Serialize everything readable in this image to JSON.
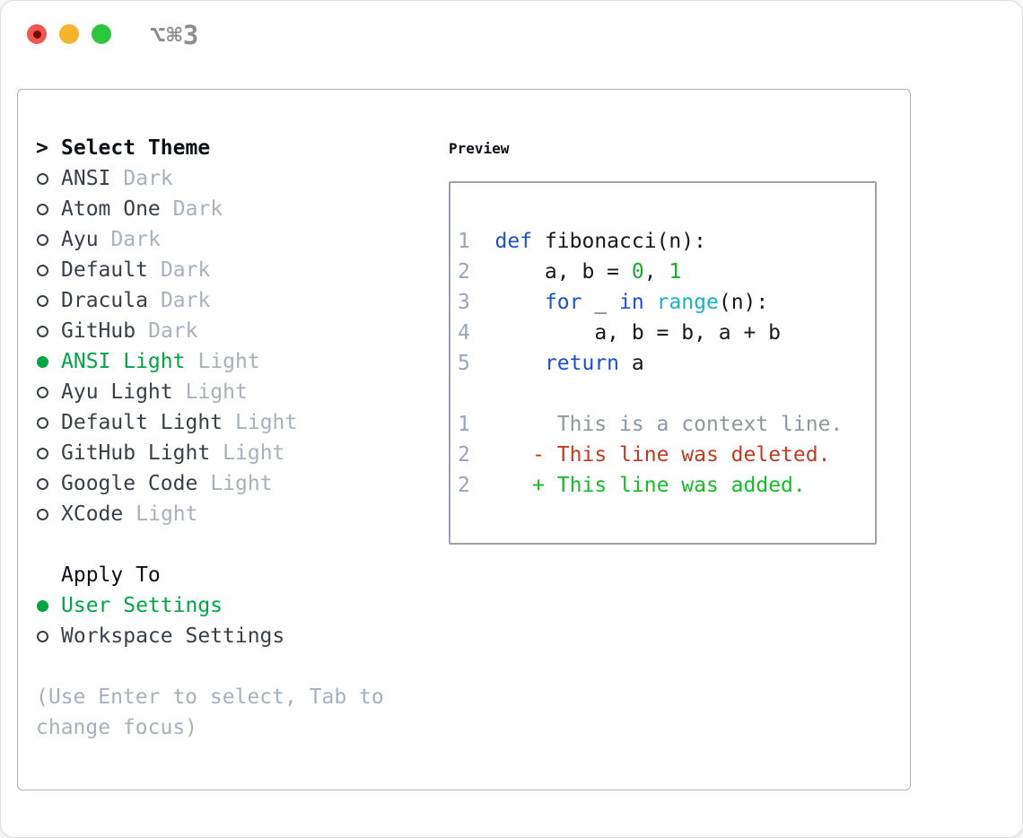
{
  "window": {
    "shortcut": "⌥⌘3"
  },
  "picker": {
    "prompt": ">",
    "title": "Select Theme",
    "themes": [
      {
        "name": "ANSI",
        "tag": "Dark",
        "selected": false
      },
      {
        "name": "Atom One",
        "tag": "Dark",
        "selected": false
      },
      {
        "name": "Ayu",
        "tag": "Dark",
        "selected": false
      },
      {
        "name": "Default",
        "tag": "Dark",
        "selected": false
      },
      {
        "name": "Dracula",
        "tag": "Dark",
        "selected": false
      },
      {
        "name": "GitHub",
        "tag": "Dark",
        "selected": false
      },
      {
        "name": "ANSI Light",
        "tag": "Light",
        "selected": true
      },
      {
        "name": "Ayu Light",
        "tag": "Light",
        "selected": false
      },
      {
        "name": "Default Light",
        "tag": "Light",
        "selected": false
      },
      {
        "name": "GitHub Light",
        "tag": "Light",
        "selected": false
      },
      {
        "name": "Google Code",
        "tag": "Light",
        "selected": false
      },
      {
        "name": "XCode",
        "tag": "Light",
        "selected": false
      }
    ],
    "apply_title": "Apply To",
    "apply_options": [
      {
        "name": "User Settings",
        "selected": true
      },
      {
        "name": "Workspace Settings",
        "selected": false
      }
    ],
    "hint": "(Use Enter to select, Tab to change focus)"
  },
  "preview": {
    "title": "Preview",
    "lines": [
      {
        "segments": [
          {
            "t": "1  ",
            "s": "n"
          },
          {
            "t": "def",
            "s": "k"
          },
          {
            "t": " fibonacci(n):",
            "s": "p"
          }
        ]
      },
      {
        "segments": [
          {
            "t": "2  ",
            "s": "n"
          },
          {
            "t": "    a, b = ",
            "s": "p"
          },
          {
            "t": "0",
            "s": "g"
          },
          {
            "t": ", ",
            "s": "p"
          },
          {
            "t": "1",
            "s": "g"
          }
        ]
      },
      {
        "segments": [
          {
            "t": "3  ",
            "s": "n"
          },
          {
            "t": "    ",
            "s": "p"
          },
          {
            "t": "for",
            "s": "k"
          },
          {
            "t": " _ ",
            "s": "p"
          },
          {
            "t": "in",
            "s": "k"
          },
          {
            "t": " ",
            "s": "p"
          },
          {
            "t": "range",
            "s": "c"
          },
          {
            "t": "(n):",
            "s": "p"
          }
        ]
      },
      {
        "segments": [
          {
            "t": "4  ",
            "s": "n"
          },
          {
            "t": "        a, b = b, a + b",
            "s": "p"
          }
        ]
      },
      {
        "segments": [
          {
            "t": "5  ",
            "s": "n"
          },
          {
            "t": "    ",
            "s": "p"
          },
          {
            "t": "return",
            "s": "k"
          },
          {
            "t": " a",
            "s": "p"
          }
        ]
      },
      {
        "segments": []
      },
      {
        "segments": [
          {
            "t": "1  ",
            "s": "n"
          },
          {
            "t": "     This is a context line.",
            "s": "x"
          }
        ]
      },
      {
        "segments": [
          {
            "t": "2  ",
            "s": "n"
          },
          {
            "t": "   ",
            "s": "p"
          },
          {
            "t": "- This line was deleted.",
            "s": "d"
          }
        ]
      },
      {
        "segments": [
          {
            "t": "2  ",
            "s": "n"
          },
          {
            "t": "   ",
            "s": "p"
          },
          {
            "t": "+ This line was added.",
            "s": "a"
          }
        ]
      }
    ]
  },
  "colors": {
    "ui_green": "#00a544",
    "keyword_blue": "#1a4fd6",
    "function_cyan": "#16b3c6",
    "literal_green": "#15ad25",
    "deleted_red": "#c23a21",
    "added_green": "#13bd25",
    "muted_gray": "#a7b1bd",
    "traffic_red": "#f2544e",
    "traffic_yellow": "#f6b42e",
    "traffic_green": "#2dc73e"
  }
}
